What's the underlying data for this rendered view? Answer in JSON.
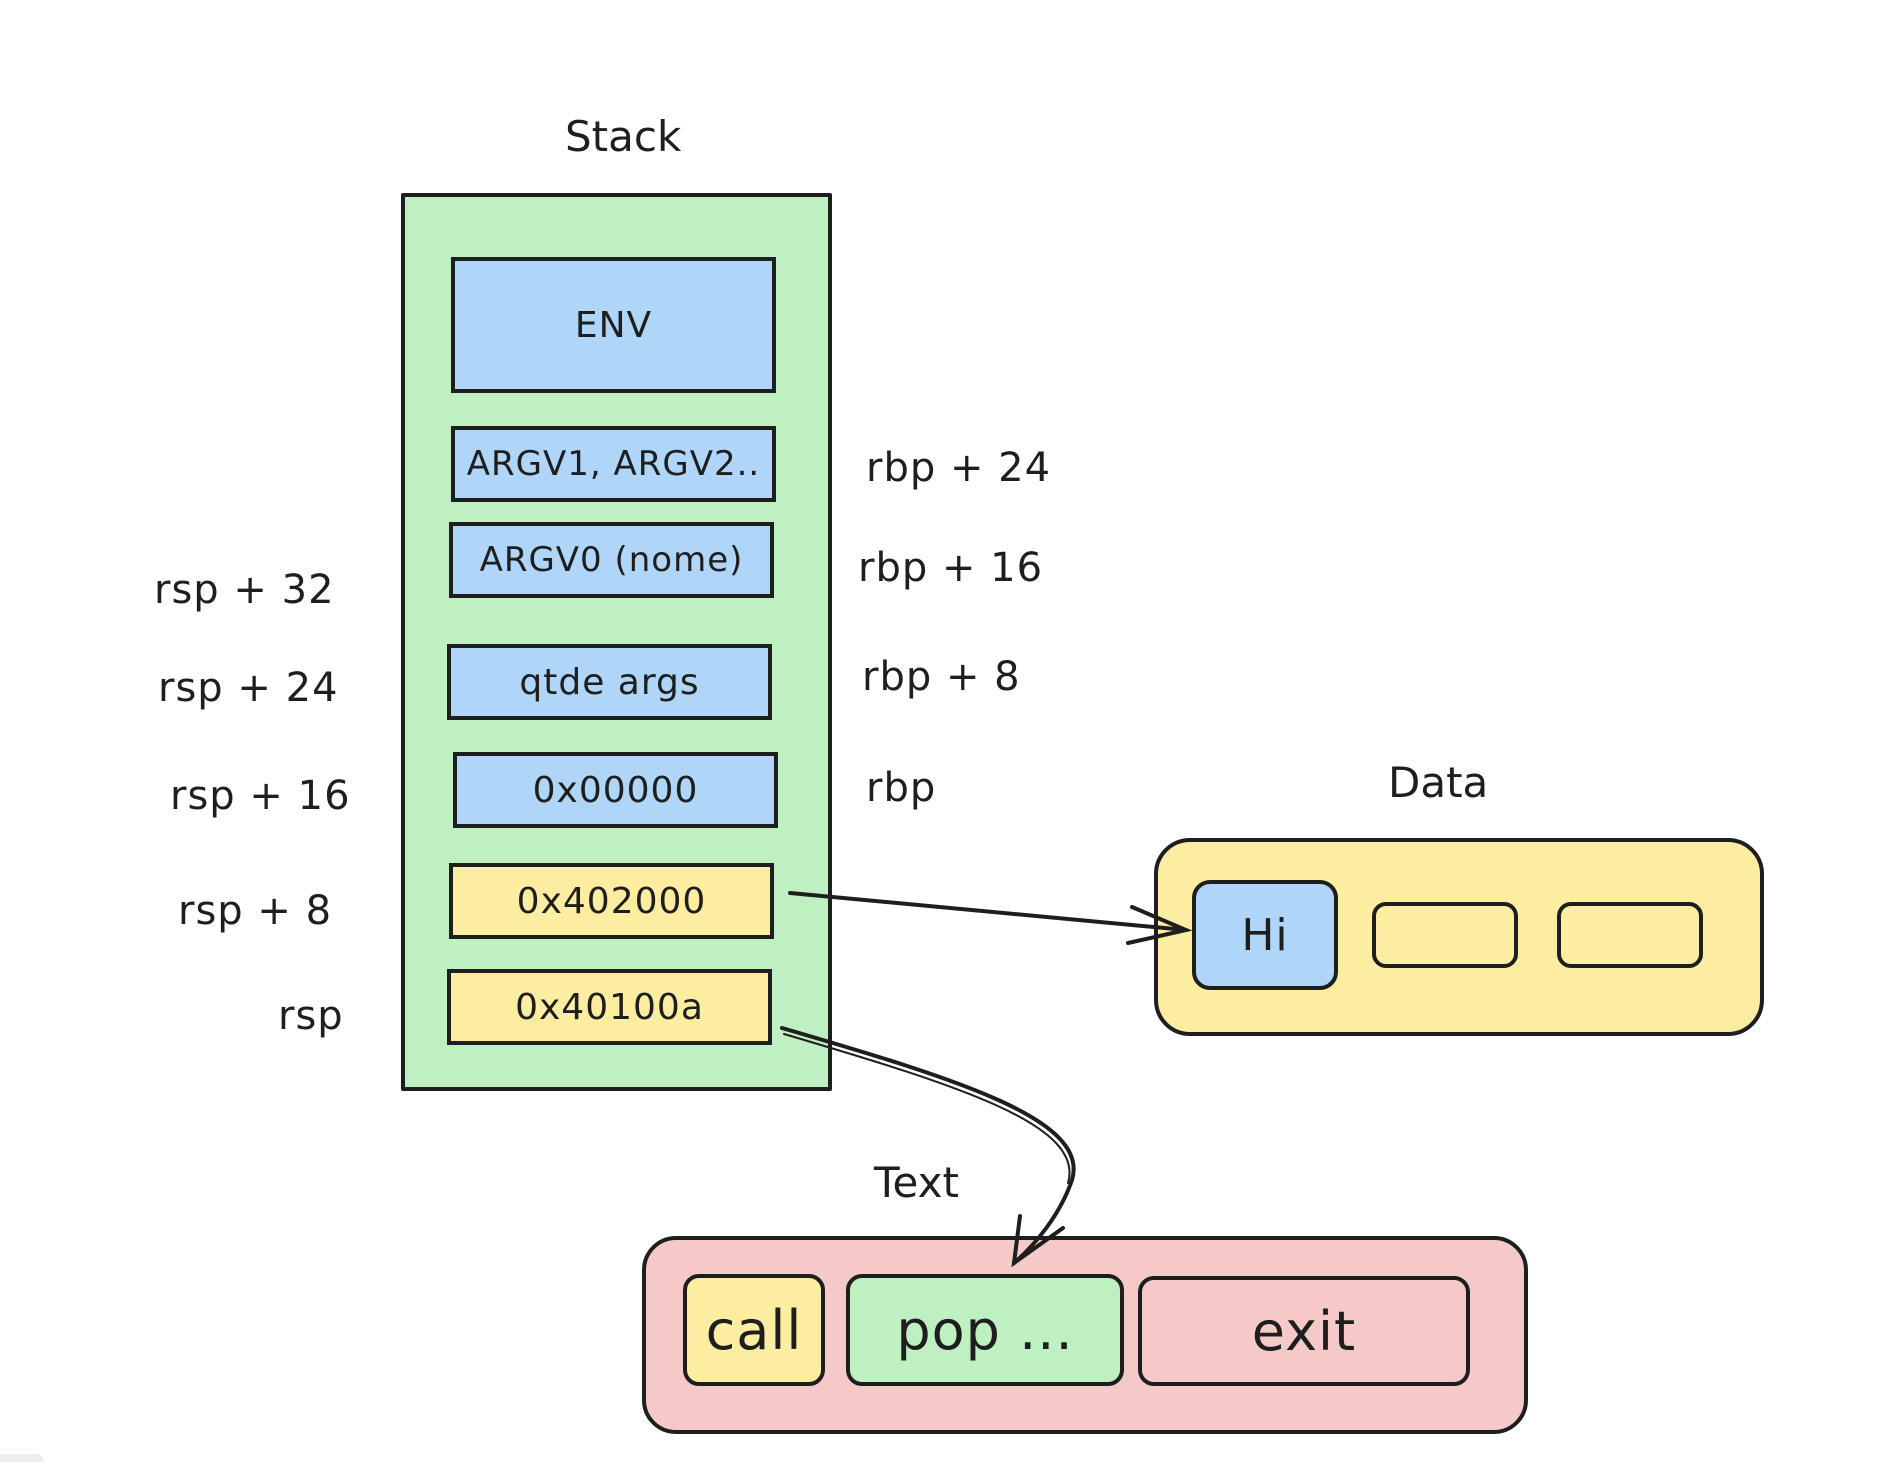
{
  "colors": {
    "stroke": "#1e1e1e",
    "stack_bg": "#bff0c2",
    "blue_cell": "#afd6f8",
    "yellow_cell": "#fdeda0",
    "data_bg": "#fdeda0",
    "text_bg": "#f6c9c9",
    "green_cell": "#bff0c2",
    "pink_cell": "#f6c9c9"
  },
  "stack": {
    "title": "Stack",
    "cells": [
      {
        "label": "ENV",
        "color": "blue"
      },
      {
        "label": "ARGV1, ARGV2..",
        "color": "blue"
      },
      {
        "label": "ARGV0 (nome)",
        "color": "blue"
      },
      {
        "label": "qtde args",
        "color": "blue"
      },
      {
        "label": "0x00000",
        "color": "blue"
      },
      {
        "label": "0x402000",
        "color": "yellow"
      },
      {
        "label": "0x40100a",
        "color": "yellow"
      }
    ],
    "rsp_labels": [
      "rsp + 32",
      "rsp + 24",
      "rsp + 16",
      "rsp + 8",
      "rsp"
    ],
    "rbp_labels": [
      "rbp + 24",
      "rbp + 16",
      "rbp + 8",
      "rbp"
    ]
  },
  "data_segment": {
    "title": "Data",
    "cells": [
      "Hi",
      "",
      ""
    ]
  },
  "text_segment": {
    "title": "Text",
    "cells": [
      "call",
      "pop ...",
      "exit"
    ]
  },
  "arrows": [
    {
      "from": "0x402000",
      "to": "Hi"
    },
    {
      "from": "0x40100a",
      "to": "pop ..."
    }
  ]
}
